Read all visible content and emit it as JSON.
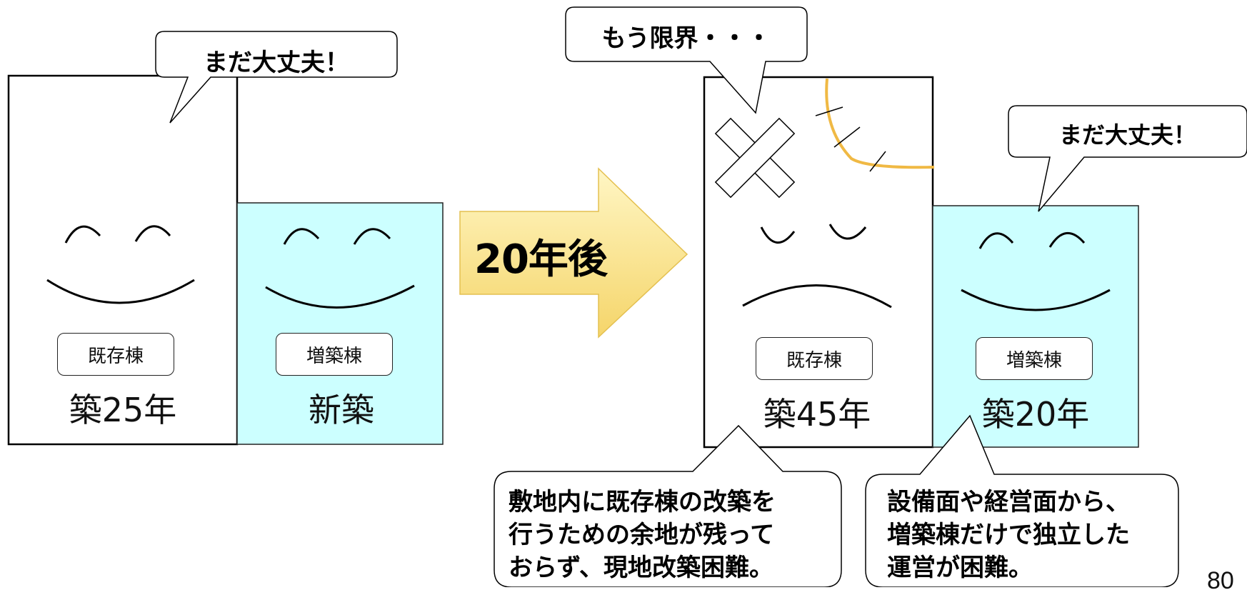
{
  "before": {
    "existing": {
      "label": "既存棟",
      "age": "築25年",
      "speech": "まだ大丈夫！"
    },
    "annex": {
      "label": "増築棟",
      "age": "新築"
    }
  },
  "transition": {
    "label": "20年後"
  },
  "after": {
    "existing": {
      "label": "既存棟",
      "age": "築45年",
      "speech": "もう限界・・・"
    },
    "annex": {
      "label": "増築棟",
      "age": "築20年",
      "speech": "まだ大丈夫！"
    }
  },
  "notes": {
    "left": "敷地内に既存棟の改築を\n行うための余地が残って\nおらず、現地改築困難。",
    "right": "設備面や経営面から、\n増築棟だけで独立した\n運営が困難。"
  },
  "page_number": "80",
  "colors": {
    "annex_fill": "#ccffff",
    "arrow_top": "#fff6c4",
    "arrow_bottom": "#f5d56a",
    "bandage_line": "#f0b944"
  }
}
